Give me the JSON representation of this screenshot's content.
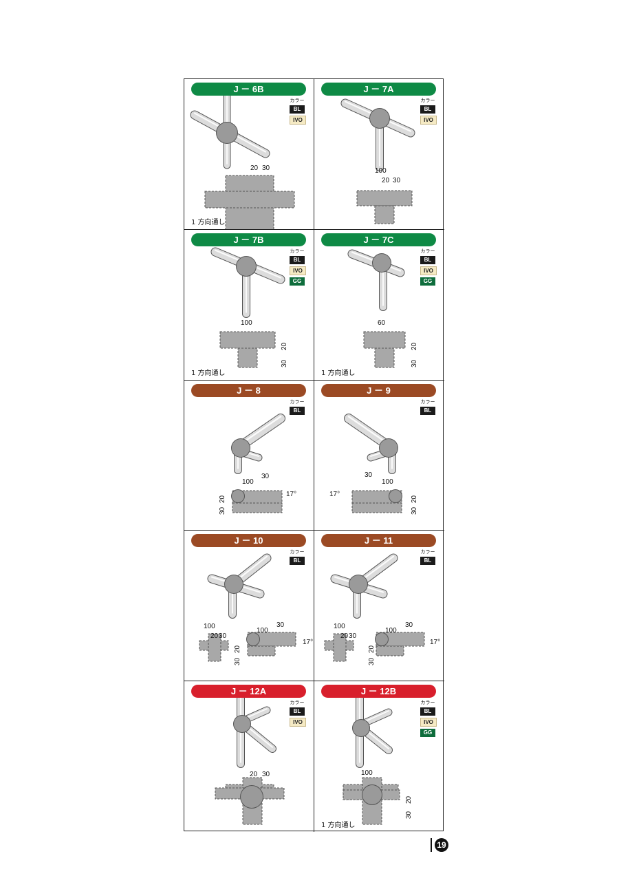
{
  "color_label": "カラー",
  "cells": [
    {
      "id": "J-6B",
      "title": "J － 6B",
      "band": "green",
      "colors": [
        "BL",
        "IVO"
      ],
      "note": "1 方向通し",
      "dims": [
        "20",
        "30"
      ]
    },
    {
      "id": "J-7A",
      "title": "J － 7A",
      "band": "green",
      "colors": [
        "BL",
        "IVO"
      ],
      "note": "",
      "dims": [
        "100",
        "20",
        "30"
      ]
    },
    {
      "id": "J-7B",
      "title": "J － 7B",
      "band": "green",
      "colors": [
        "BL",
        "IVO",
        "GG"
      ],
      "note": "1 方向通し",
      "dims": [
        "100",
        "20",
        "30"
      ]
    },
    {
      "id": "J-7C",
      "title": "J － 7C",
      "band": "green",
      "colors": [
        "BL",
        "IVO",
        "GG"
      ],
      "note": "1 方向通し",
      "dims": [
        "60",
        "20",
        "30"
      ]
    },
    {
      "id": "J-8",
      "title": "J － 8",
      "band": "brown",
      "colors": [
        "BL"
      ],
      "note": "",
      "dims": [
        "100",
        "30",
        "17°",
        "20",
        "30"
      ]
    },
    {
      "id": "J-9",
      "title": "J － 9",
      "band": "brown",
      "colors": [
        "BL"
      ],
      "note": "",
      "dims": [
        "30",
        "100",
        "17°",
        "20",
        "30"
      ]
    },
    {
      "id": "J-10",
      "title": "J － 10",
      "band": "brown",
      "colors": [
        "BL"
      ],
      "note": "",
      "dims": [
        "100",
        "20",
        "30",
        "100",
        "30",
        "17°",
        "20",
        "30"
      ]
    },
    {
      "id": "J-11",
      "title": "J － 11",
      "band": "brown",
      "colors": [
        "BL"
      ],
      "note": "",
      "dims": [
        "100",
        "20",
        "30",
        "100",
        "30",
        "17°",
        "20",
        "30"
      ]
    },
    {
      "id": "J-12A",
      "title": "J － 12A",
      "band": "red",
      "colors": [
        "BL",
        "IVO"
      ],
      "note": "",
      "dims": [
        "20",
        "30"
      ]
    },
    {
      "id": "J-12B",
      "title": "J － 12B",
      "band": "red",
      "colors": [
        "BL",
        "IVO",
        "GG"
      ],
      "note": "1 方向通し",
      "dims": [
        "100",
        "20",
        "30"
      ]
    }
  ],
  "page_number": "19"
}
